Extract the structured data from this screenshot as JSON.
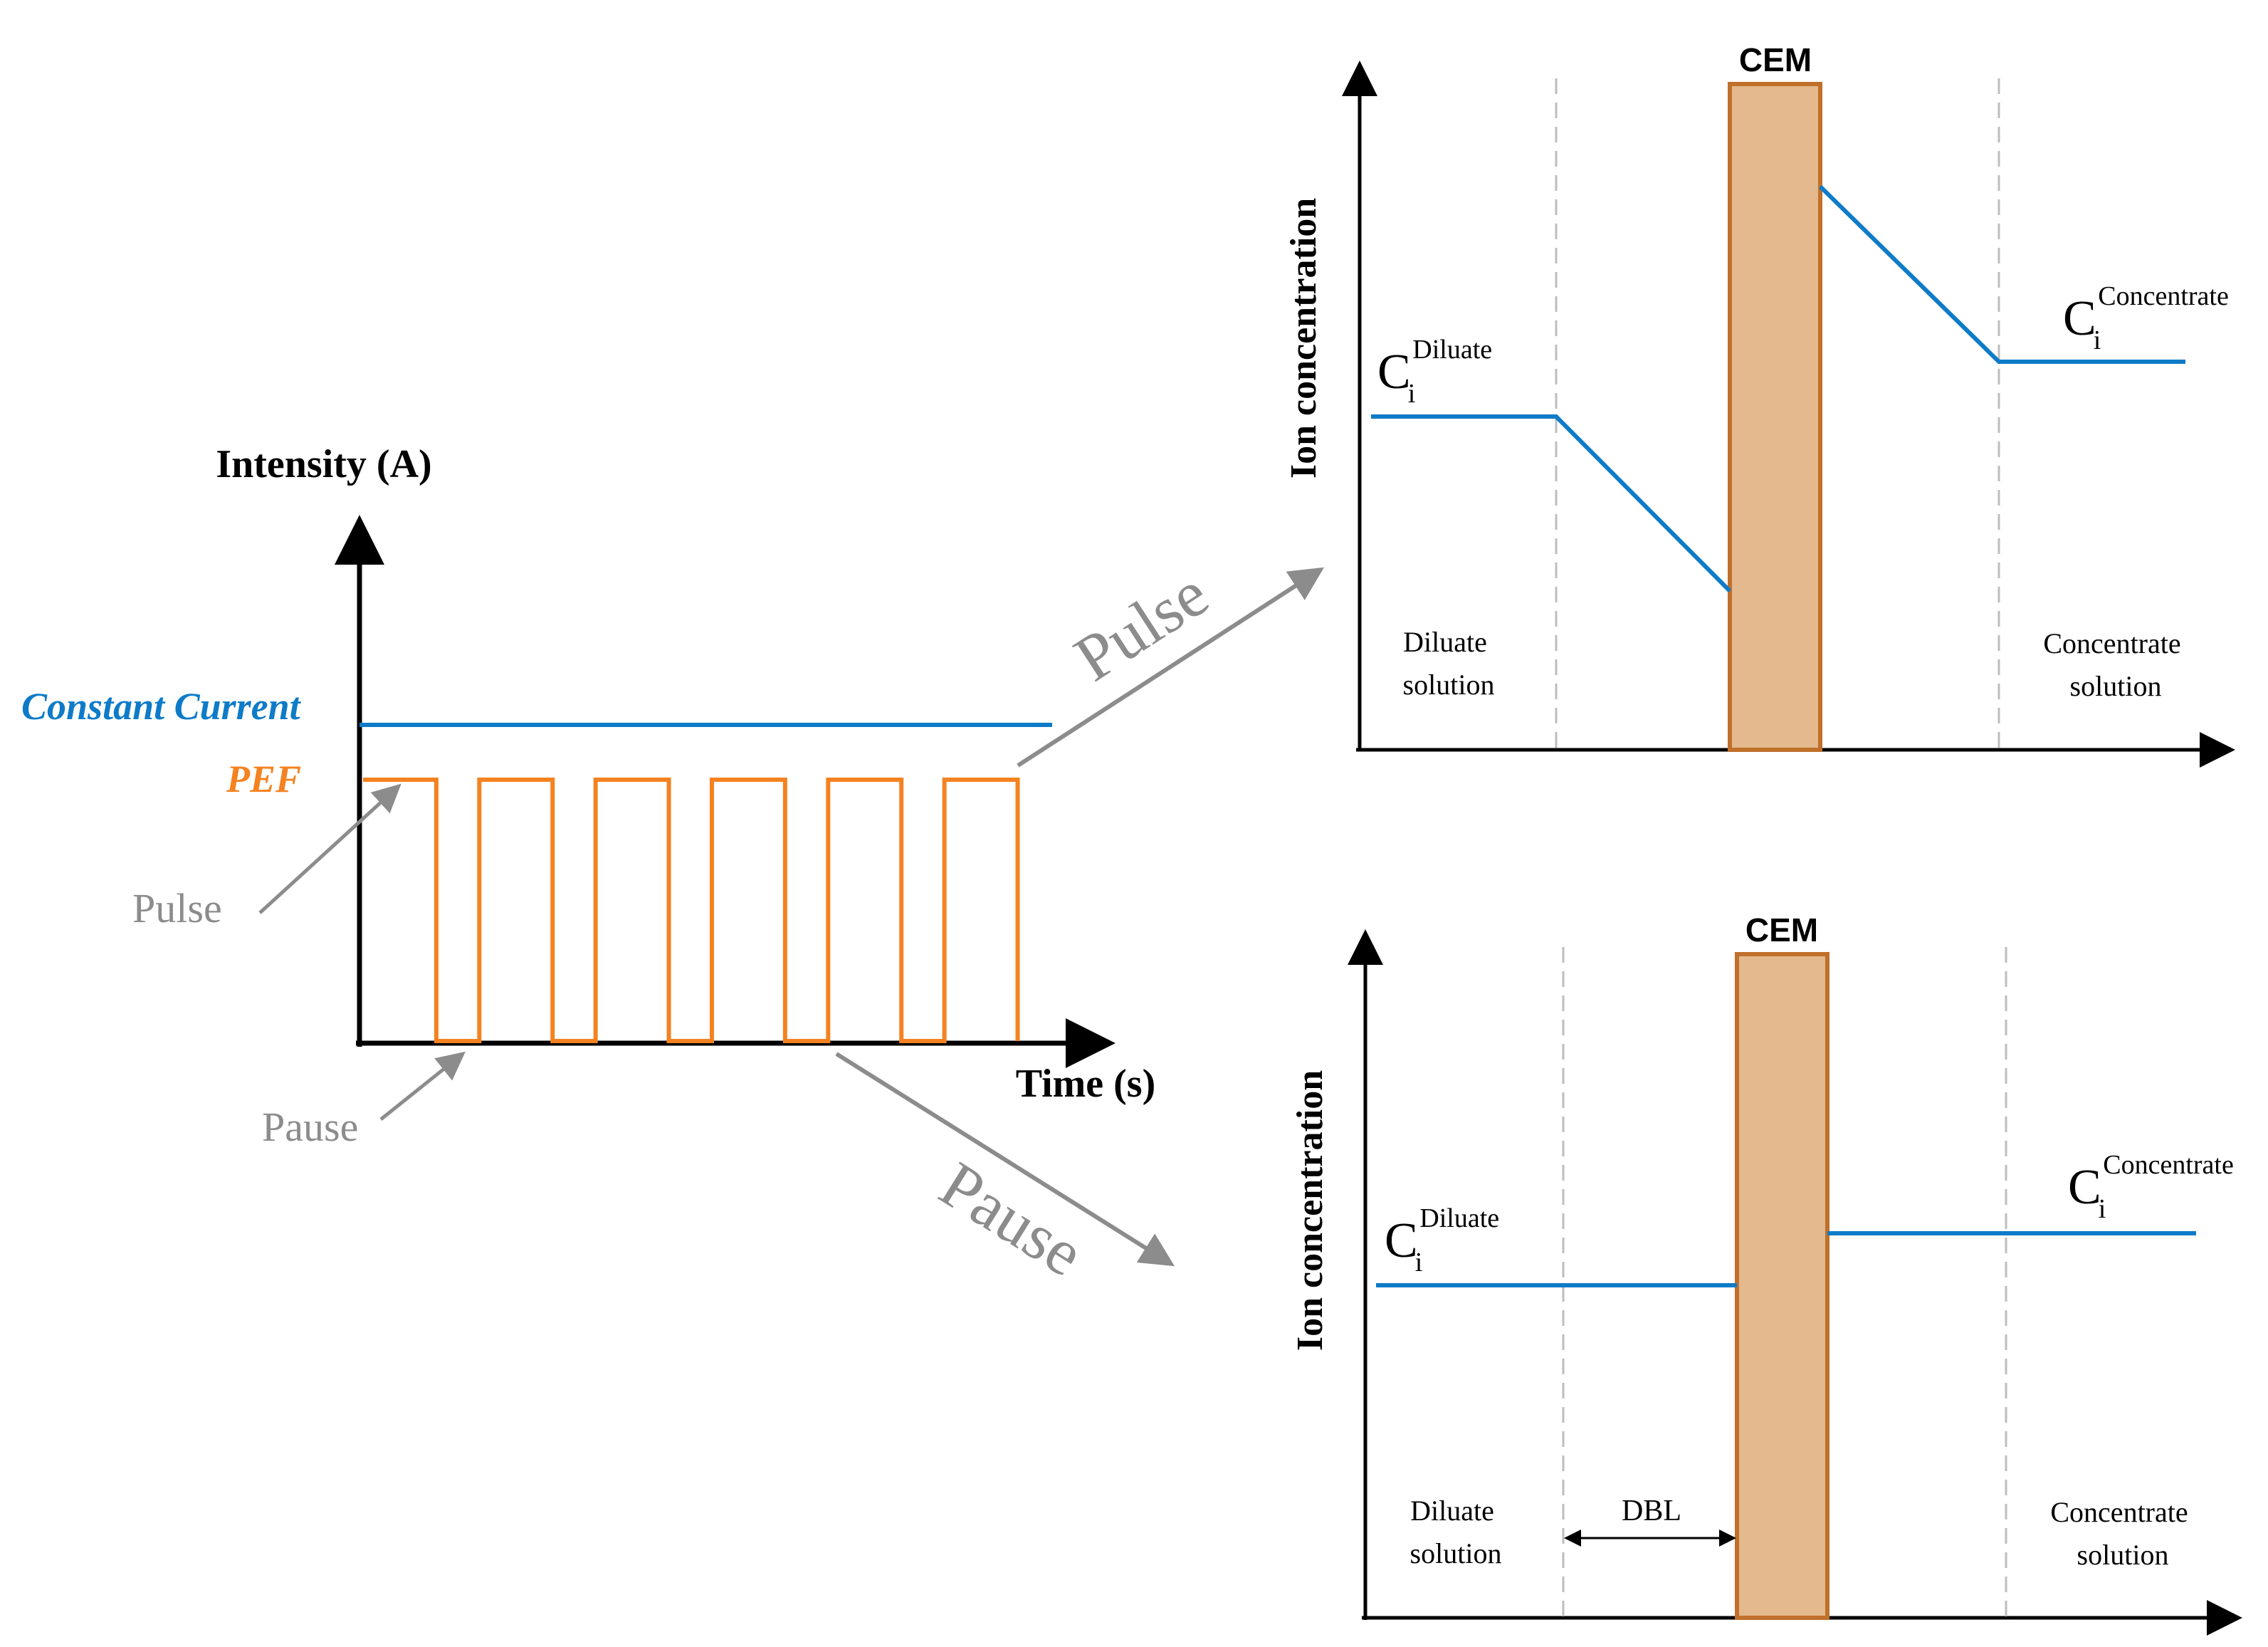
{
  "left_chart": {
    "y_axis_label": "Intensity (A)",
    "x_axis_label": "Time (s)",
    "constant_current_label": "Constant Current",
    "pef_label": "PEF",
    "pulse_annotation": "Pulse",
    "pause_annotation": "Pause",
    "pulse_count": 6
  },
  "connectors": {
    "pulse_arrow_label": "Pulse",
    "pause_arrow_label": "Pause"
  },
  "top_panel": {
    "membrane_label": "CEM",
    "y_axis_label": "Ion concentration",
    "diluate_symbol": "C",
    "diluate_sub": "i",
    "diluate_sup": "Diluate",
    "concentrate_symbol": "C",
    "concentrate_sub": "i",
    "concentrate_sup": "Concentrate",
    "diluate_region_line1": "Diluate",
    "diluate_region_line2": "solution",
    "concentrate_region_line1": "Concentrate",
    "concentrate_region_line2": "solution"
  },
  "bottom_panel": {
    "membrane_label": "CEM",
    "y_axis_label": "Ion concentration",
    "diluate_symbol": "C",
    "diluate_sub": "i",
    "diluate_sup": "Diluate",
    "concentrate_symbol": "C",
    "concentrate_sub": "i",
    "concentrate_sup": "Concentrate",
    "diluate_region_line1": "Diluate",
    "diluate_region_line2": "solution",
    "dbl_label": "DBL",
    "concentrate_region_line1": "Concentrate",
    "concentrate_region_line2": "solution"
  },
  "colors": {
    "constant_current": "#0E7BC8",
    "pef": "#F58220",
    "annotation_gray": "#8C8C8C",
    "membrane_fill": "#E3B98D",
    "membrane_stroke": "#C0702A",
    "profile_line": "#0E7BC8",
    "dashed_divider": "#BDBDBD"
  }
}
